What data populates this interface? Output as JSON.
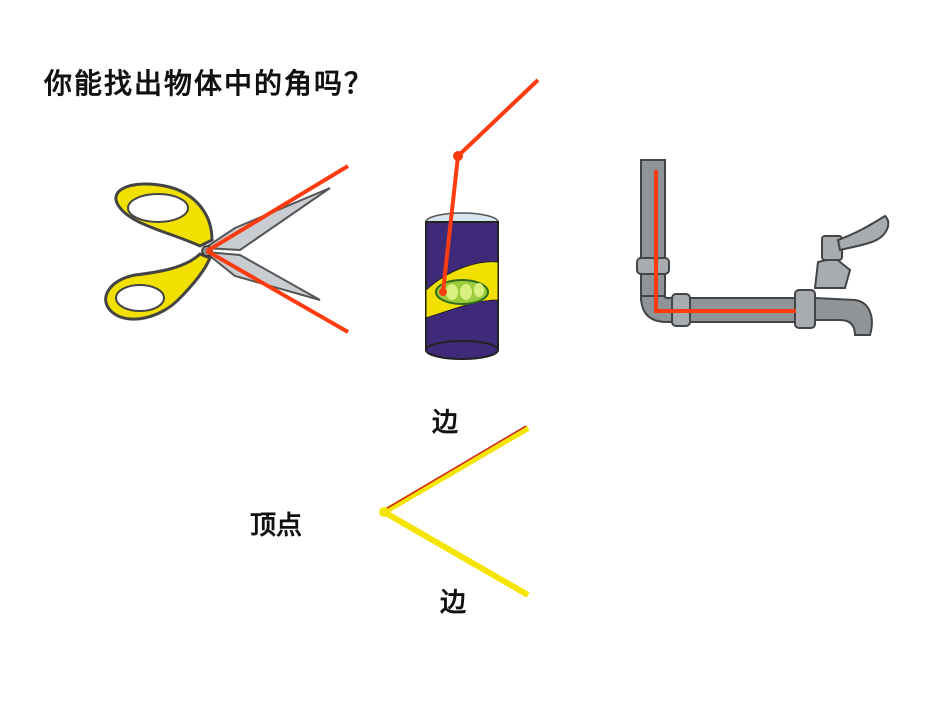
{
  "title": "你能找出物体中的角吗？",
  "diagram": {
    "edge_label_top": "边",
    "edge_label_bottom": "边",
    "vertex_label": "顶点"
  },
  "colors": {
    "highlight": "#ff3b10",
    "angle_edge": "#f5e400",
    "scissors_handle": "#f2e000",
    "can_body": "#3f2a7a",
    "faucet_metal": "#8f9499"
  },
  "icons": [
    "scissors-icon",
    "soda-can-icon",
    "faucet-icon"
  ]
}
